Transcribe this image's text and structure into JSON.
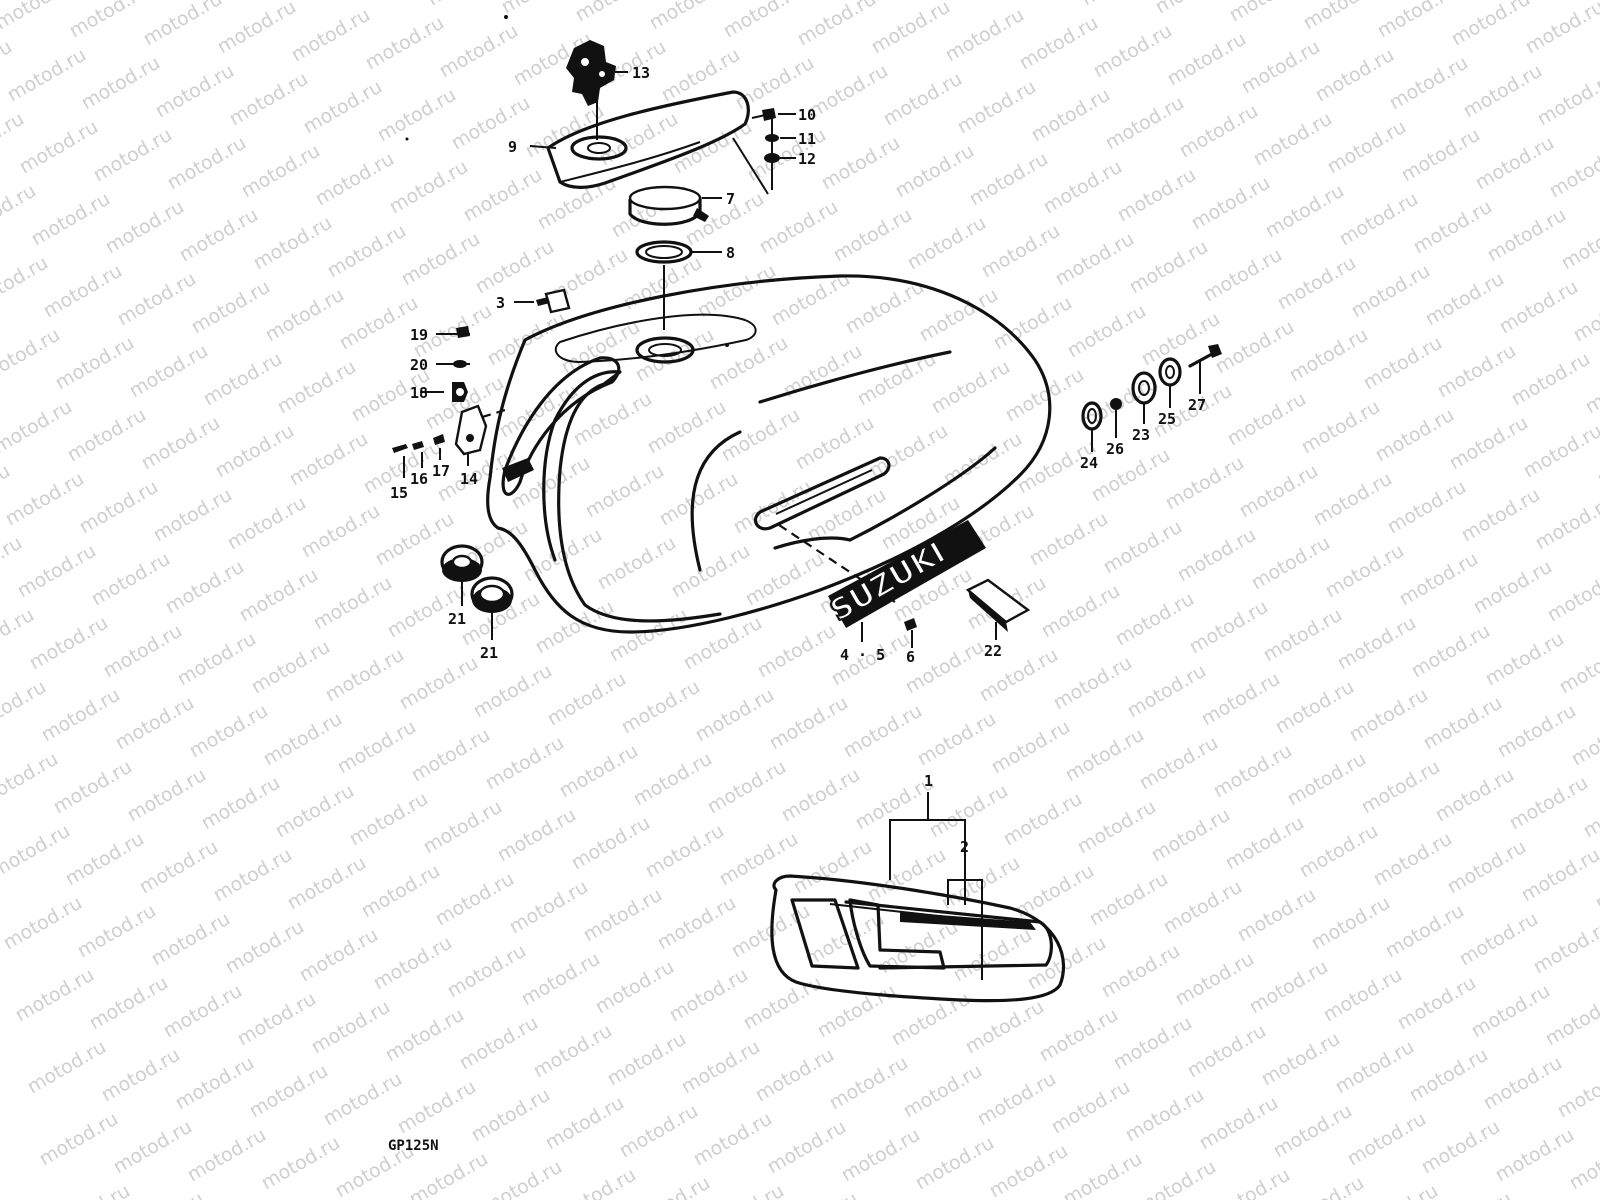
{
  "watermark": {
    "text": "motod.ru"
  },
  "diagram": {
    "model_code": "GP125N",
    "emblem_text": "SUZUKI",
    "callouts": [
      {
        "id": "13",
        "label": "13"
      },
      {
        "id": "10",
        "label": "10"
      },
      {
        "id": "11",
        "label": "11"
      },
      {
        "id": "12",
        "label": "12"
      },
      {
        "id": "9",
        "label": "9"
      },
      {
        "id": "7",
        "label": "7"
      },
      {
        "id": "8",
        "label": "8"
      },
      {
        "id": "3",
        "label": "3"
      },
      {
        "id": "19",
        "label": "19"
      },
      {
        "id": "20",
        "label": "20"
      },
      {
        "id": "18",
        "label": "18"
      },
      {
        "id": "15",
        "label": "15"
      },
      {
        "id": "16",
        "label": "16"
      },
      {
        "id": "17",
        "label": "17"
      },
      {
        "id": "14",
        "label": "14"
      },
      {
        "id": "21a",
        "label": "21"
      },
      {
        "id": "21b",
        "label": "21"
      },
      {
        "id": "45",
        "label": "4 · 5"
      },
      {
        "id": "6",
        "label": "6"
      },
      {
        "id": "22",
        "label": "22"
      },
      {
        "id": "24",
        "label": "24"
      },
      {
        "id": "26",
        "label": "26"
      },
      {
        "id": "23",
        "label": "23"
      },
      {
        "id": "25",
        "label": "25"
      },
      {
        "id": "27",
        "label": "27"
      },
      {
        "id": "1",
        "label": "1"
      },
      {
        "id": "2",
        "label": "2"
      }
    ]
  }
}
